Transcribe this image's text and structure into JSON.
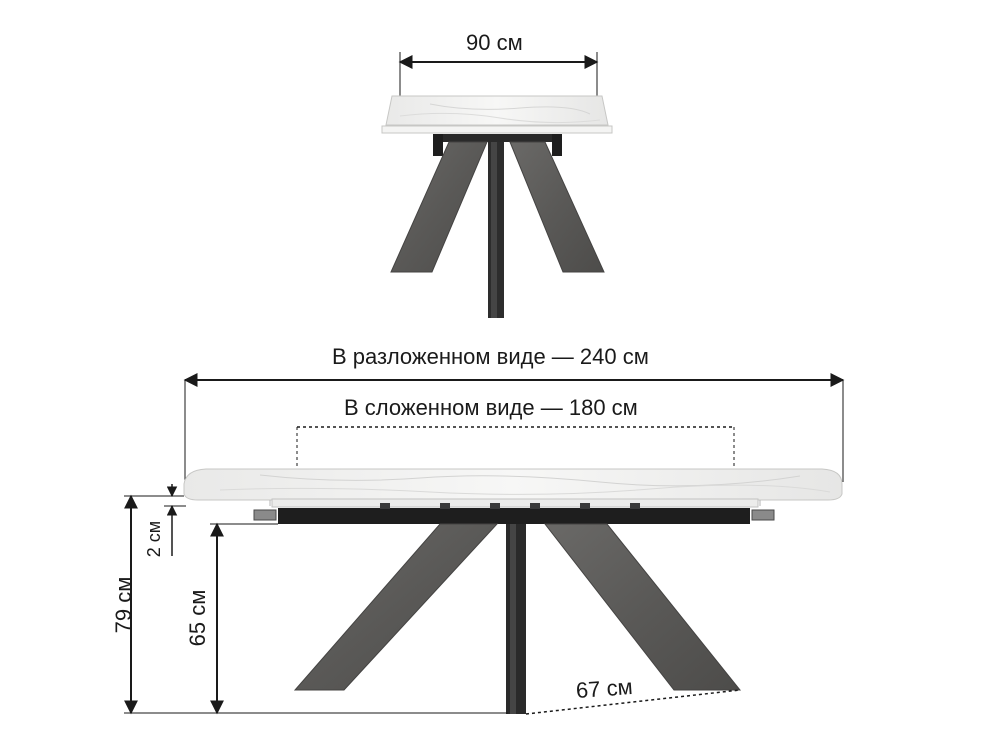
{
  "dimensions": {
    "top_width": "90 см",
    "extended_length": "В разложенном виде — 240 см",
    "folded_length": "В сложенном виде — 180 см",
    "total_height": "79 см",
    "tabletop_thickness": "2 см",
    "clearance_height": "65 см",
    "leg_span": "67 см"
  },
  "colors": {
    "line": "#1a1a1a",
    "leg": "#5d5c5a",
    "leg_edge": "#444342",
    "frame": "#1e1e1e",
    "top": "#f1f1f0",
    "top_edge": "#c7c7c5"
  }
}
